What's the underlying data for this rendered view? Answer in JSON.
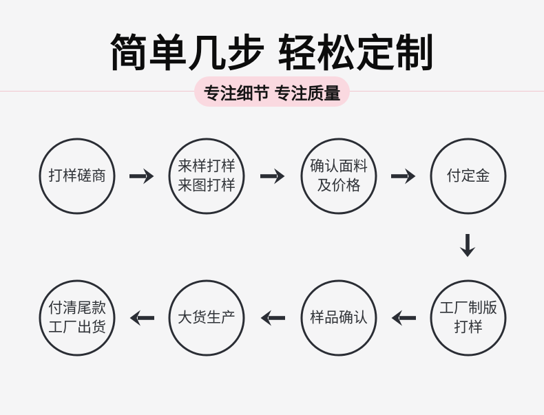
{
  "colors": {
    "bg": "#f5f5f6",
    "dark": "#2a2d34",
    "pill-bg": "#fad9e0",
    "divider": "#f1c7cf",
    "title": "#0c0c0c",
    "circle-text": "#2f3237"
  },
  "header": {
    "title": "简单几步 轻松定制",
    "subtitle": "专注细节 专注质量"
  },
  "flow": {
    "row1": [
      {
        "line1": "打样磋商",
        "line2": ""
      },
      {
        "line1": "来样打样",
        "line2": "来图打样"
      },
      {
        "line1": "确认面料",
        "line2": "及价格"
      },
      {
        "line1": "付定金",
        "line2": ""
      }
    ],
    "row2": [
      {
        "line1": "付清尾款",
        "line2": "工厂出货"
      },
      {
        "line1": "大货生产",
        "line2": ""
      },
      {
        "line1": "样品确认",
        "line2": ""
      },
      {
        "line1": "工厂制版",
        "line2": "打样"
      }
    ]
  }
}
